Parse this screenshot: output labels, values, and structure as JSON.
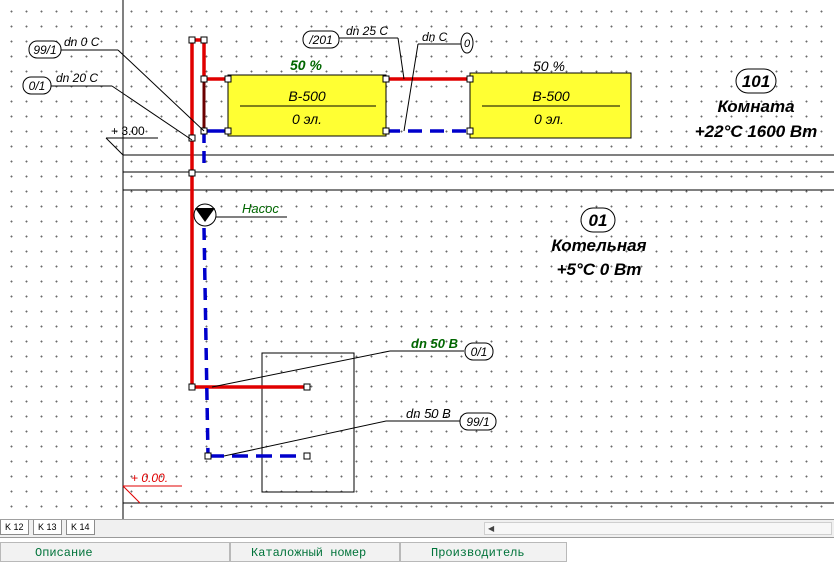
{
  "diagram": {
    "label_top_left_1": "99/1",
    "label_dn0c": "dn 0 C",
    "label_top_left_2": "0/1",
    "label_dn20c": "dn 20 C",
    "label_201": "/201",
    "label_dn25c": "dn 25 C",
    "label_dnc": "dn  C",
    "label_zero_circle": "0",
    "level_top": "+ 3.00",
    "level_bottom": "+ 0.00.",
    "valve_left": "50 %",
    "valve_right": "50 %",
    "radiator_left_model": "B-500",
    "radiator_left_count": "0 эл.",
    "radiator_right_model": "B-500",
    "radiator_right_count": "0 эл.",
    "pump_label": "Насос",
    "room_number": "101",
    "room_name": "Комната",
    "room_params": "+22°C 1600 Вт",
    "boiler_number": "01",
    "boiler_name": "Котельная",
    "boiler_params": "+5°C 0 Вт",
    "dn50b_1": "dn 50 B",
    "tag_01": "0/1",
    "dn50b_2": "dn 50 B",
    "tag_991": "99/1"
  },
  "sheet_tabs": [
    "K 12",
    "K 13",
    "K 14"
  ],
  "columns": [
    "Описание",
    "Каталожный номер",
    "Производитель"
  ],
  "colors": {
    "supply": "#e00000",
    "return": "#0000cc",
    "radiator_fill": "#ffff33",
    "label_green": "#006600",
    "level_red": "#e00000"
  }
}
